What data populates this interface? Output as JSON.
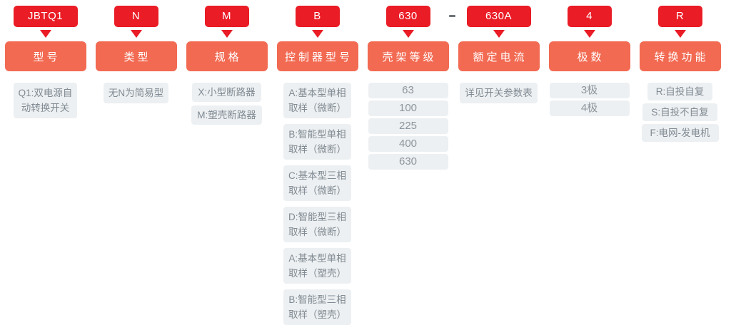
{
  "colors": {
    "badge_red": "#ea1c26",
    "category_salmon": "#f26a52",
    "option_bg": "#edf0f2",
    "option_text": "#808a92",
    "page_bg": "#ffffff"
  },
  "separator": {
    "dash": "-"
  },
  "columns": [
    {
      "code": "JBTQ1",
      "category": "型号",
      "options": [
        "Q1:双电源自\n动转换开关"
      ]
    },
    {
      "code": "N",
      "category": "类型",
      "options": [
        "无N为简易型"
      ]
    },
    {
      "code": "M",
      "category": "规格",
      "options": [
        "X:小型断路器",
        "M:塑壳断路器"
      ]
    },
    {
      "code": "B",
      "category": "控制器型号",
      "options": [
        "A:基本型单相\n取样（微断）",
        "B:智能型单相\n取样（微断）",
        "C:基本型三相\n取样（微断）",
        "D:智能型三相\n取样（微断）",
        "A:基本型单相\n取样（塑壳）",
        "B:智能型三相\n取样（塑壳）"
      ]
    },
    {
      "code": "630",
      "category": "壳架等级",
      "options": [
        "63",
        "100",
        "225",
        "400",
        "630"
      ]
    },
    {
      "code": "630A",
      "category": "额定电流",
      "options": [
        "详见开关参数表"
      ]
    },
    {
      "code": "4",
      "category": "极数",
      "options": [
        "3极",
        "4极"
      ]
    },
    {
      "code": "R",
      "category": "转换功能",
      "options": [
        "R:自投自复",
        "S:自投不自复",
        "F:电网-发电机"
      ]
    }
  ]
}
